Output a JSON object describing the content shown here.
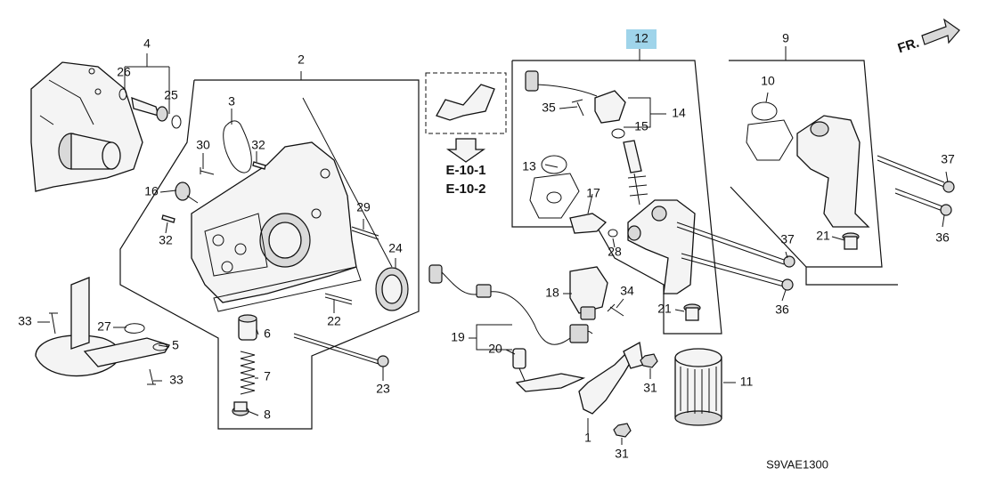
{
  "labels": {
    "l1": "1",
    "l2": "2",
    "l3": "3",
    "l4": "4",
    "l5": "5",
    "l6": "6",
    "l7": "7",
    "l8": "8",
    "l9": "9",
    "l10": "10",
    "l11": "11",
    "l12": "12",
    "l13": "13",
    "l14": "14",
    "l15": "15",
    "l16": "16",
    "l17": "17",
    "l18": "18",
    "l19": "19",
    "l20": "20",
    "l21a": "21",
    "l21b": "21",
    "l22": "22",
    "l23": "23",
    "l24": "24",
    "l25": "25",
    "l26": "26",
    "l27": "27",
    "l28": "28",
    "l29": "29",
    "l30": "30",
    "l31a": "31",
    "l31b": "31",
    "l32a": "32",
    "l32b": "32",
    "l33a": "33",
    "l33b": "33",
    "l34": "34",
    "l35": "35",
    "l36a": "36",
    "l36b": "36",
    "l37a": "37",
    "l37b": "37"
  },
  "references": {
    "ref1": "E-10-1",
    "ref2": "E-10-2"
  },
  "direction": "FR.",
  "diagram_code": "S9VAE1300",
  "highlight_color": "#9fd4ea"
}
